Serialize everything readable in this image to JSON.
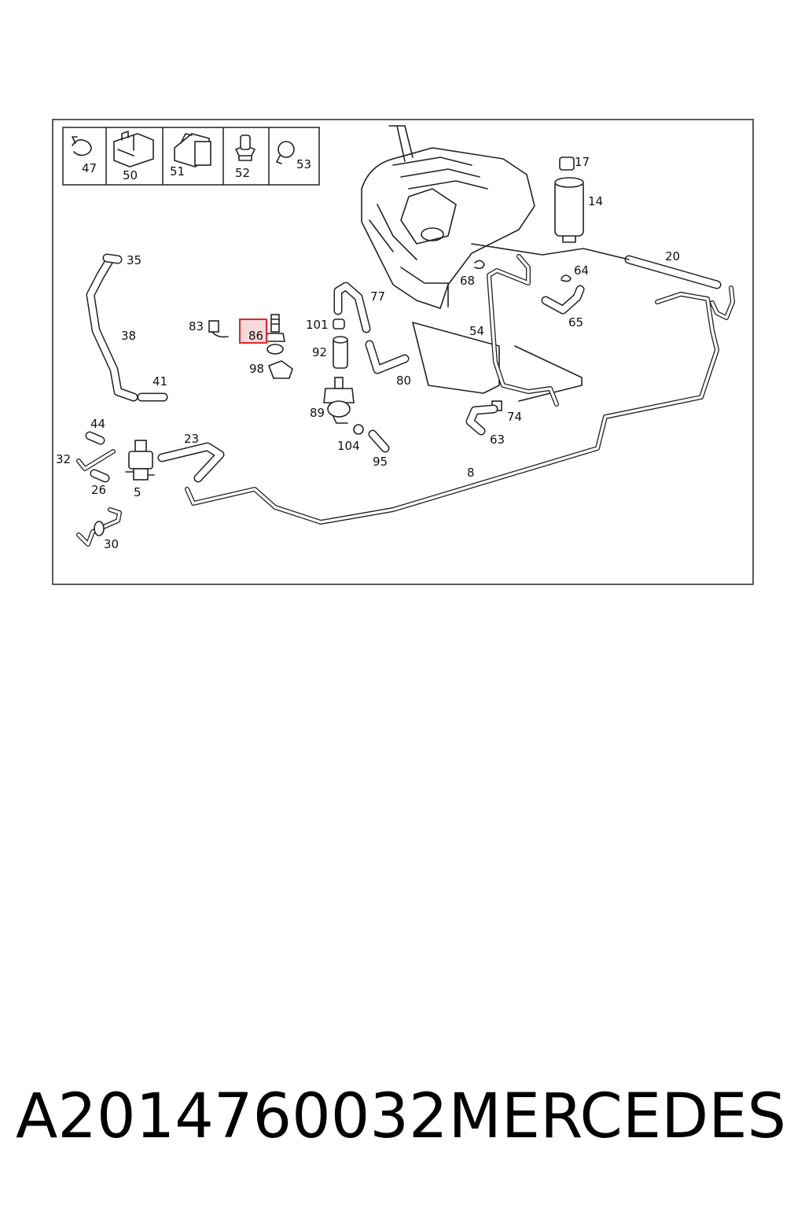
{
  "diagram": {
    "legend_labels": [
      "47",
      "50",
      "51",
      "52",
      "53"
    ],
    "callouts": {
      "c17": "17",
      "c14": "14",
      "c20": "20",
      "c35": "35",
      "c38": "38",
      "c41": "41",
      "c83": "83",
      "c86": "86",
      "c98": "98",
      "c77": "77",
      "c101": "101",
      "c92": "92",
      "c80": "80",
      "c89": "89",
      "c104": "104",
      "c95": "95",
      "c68": "68",
      "c54": "54",
      "c64": "64",
      "c65": "65",
      "c74": "74",
      "c63": "63",
      "c8": "8",
      "c44": "44",
      "c32": "32",
      "c26": "26",
      "c5": "5",
      "c23": "23",
      "c30": "30"
    },
    "highlighted_part": "86",
    "highlight_color": "#e0282d",
    "highlight_fill": "#f6d9da"
  },
  "footer": {
    "part_number": "A2014760032",
    "brand": "MERCEDES"
  }
}
